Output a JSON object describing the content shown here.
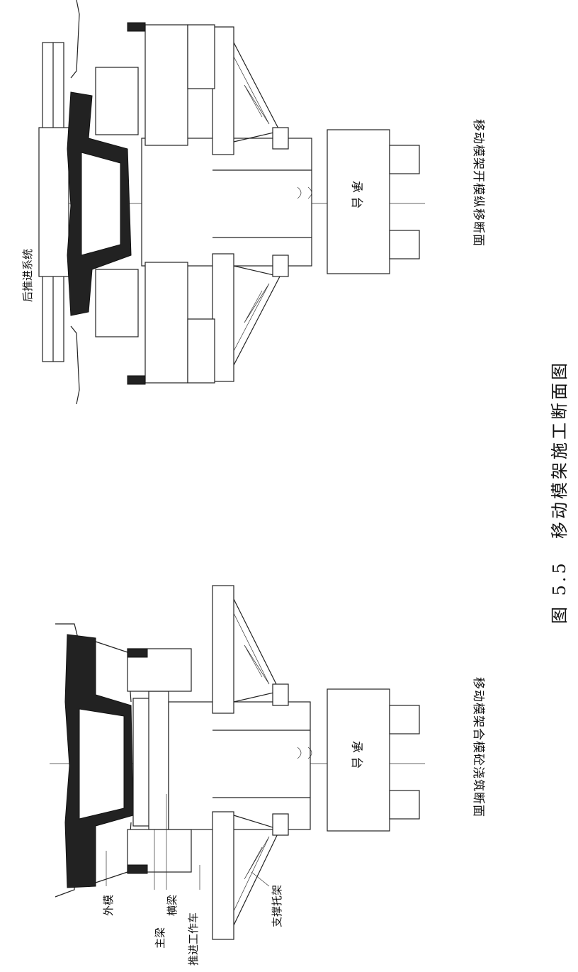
{
  "figure": {
    "number": "图 5.5",
    "title": "移动模架施工断面图"
  },
  "top_view": {
    "subtitle": "移动模架开模纵移断面",
    "label_rear_push": "后推进系统",
    "cap_label": "承 台"
  },
  "bottom_view": {
    "subtitle": "移动模架合模砼浇筑断面",
    "cap_label": "承 台",
    "label_outer_form": "外模",
    "label_cross_beam": "横梁",
    "label_main_beam": "主梁",
    "label_push_cart": "推进工作车",
    "label_support_bracket": "支撑托架"
  }
}
